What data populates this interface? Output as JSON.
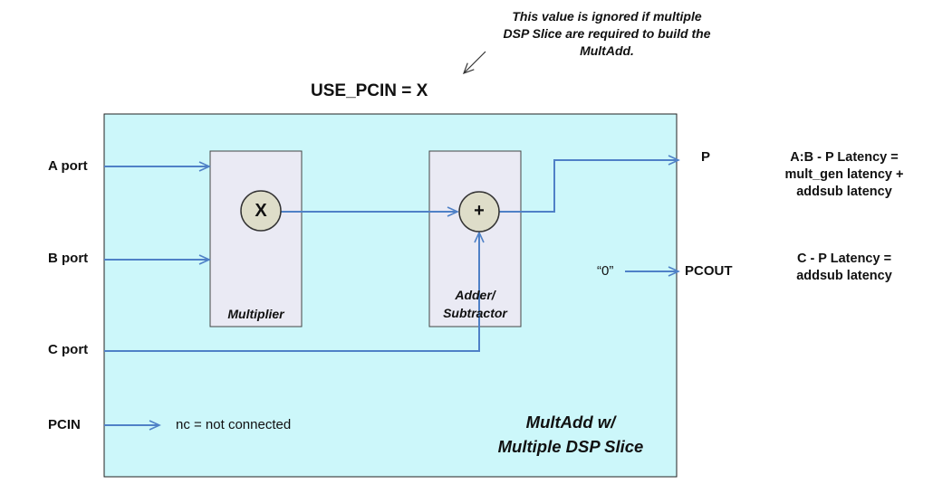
{
  "note": {
    "lines": [
      "This value is ignored if multiple",
      "DSP Slice are required to build the",
      "MultAdd."
    ]
  },
  "use_pcin": "USE_PCIN = X",
  "ports": {
    "a": "A port",
    "b": "B port",
    "c": "C port",
    "pcin": "PCIN"
  },
  "pcin_note": "nc = not connected",
  "blocks": {
    "multiplier": {
      "symbol": "X",
      "label": "Multiplier"
    },
    "addsub": {
      "symbol": "+",
      "label_lines": [
        "Adder/",
        "Subtractor"
      ]
    }
  },
  "outputs": {
    "p": "P",
    "pcout": "PCOUT",
    "zero": "“0”"
  },
  "container_title": [
    "MultAdd w/",
    "Multiple DSP Slice"
  ],
  "latency": {
    "ab_p": [
      "A:B - P Latency =",
      "mult_gen latency +",
      "addsub latency"
    ],
    "c_p": [
      "C - P Latency =",
      "addsub latency"
    ]
  },
  "colors": {
    "container_fill": "#ccf7fa",
    "block_fill": "#eaeaf4",
    "operator_fill": "#deddc9",
    "arrow": "#4f81c7",
    "text": "#111111"
  }
}
